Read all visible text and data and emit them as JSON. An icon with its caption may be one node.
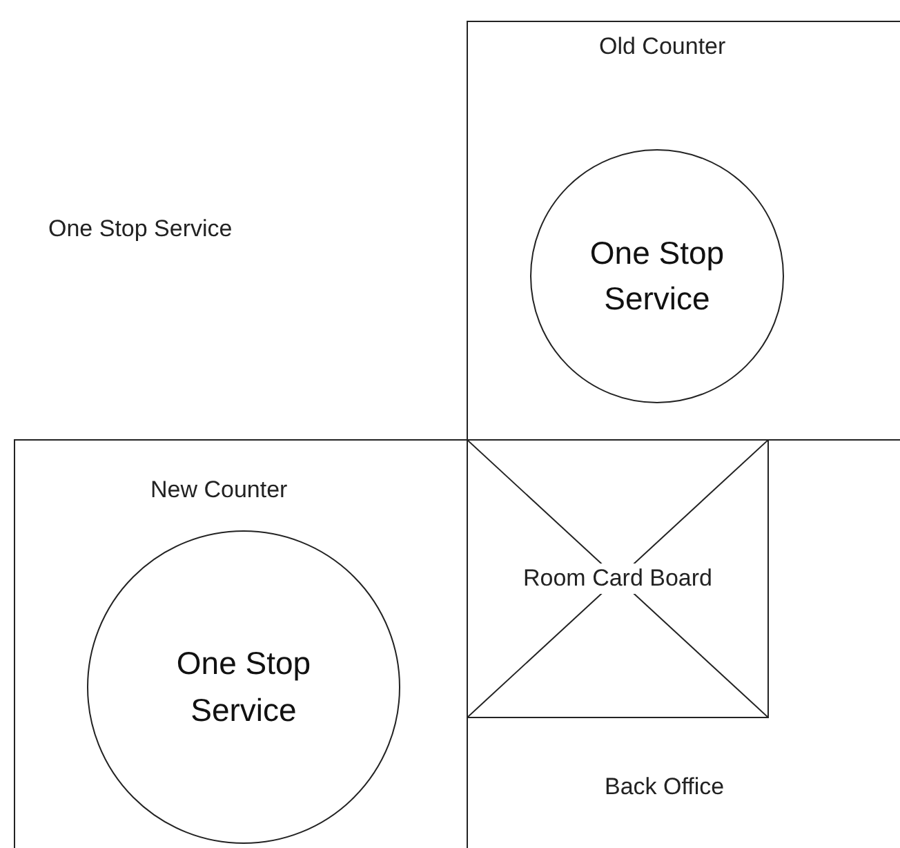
{
  "diagram": {
    "nodes": [
      {
        "text": [
          "Old Counter"
        ]
      },
      {
        "text": [
          "One Stop Service"
        ],
        "in": 0
      },
      {
        "text": [
          "New Counter"
        ]
      },
      {
        "text": [
          "One Stop Service"
        ],
        "in": 2
      },
      {
        "text": [
          "Room Card Board"
        ]
      }
    ],
    "labels": [
      "One Stop Service",
      "Back Office"
    ]
  }
}
